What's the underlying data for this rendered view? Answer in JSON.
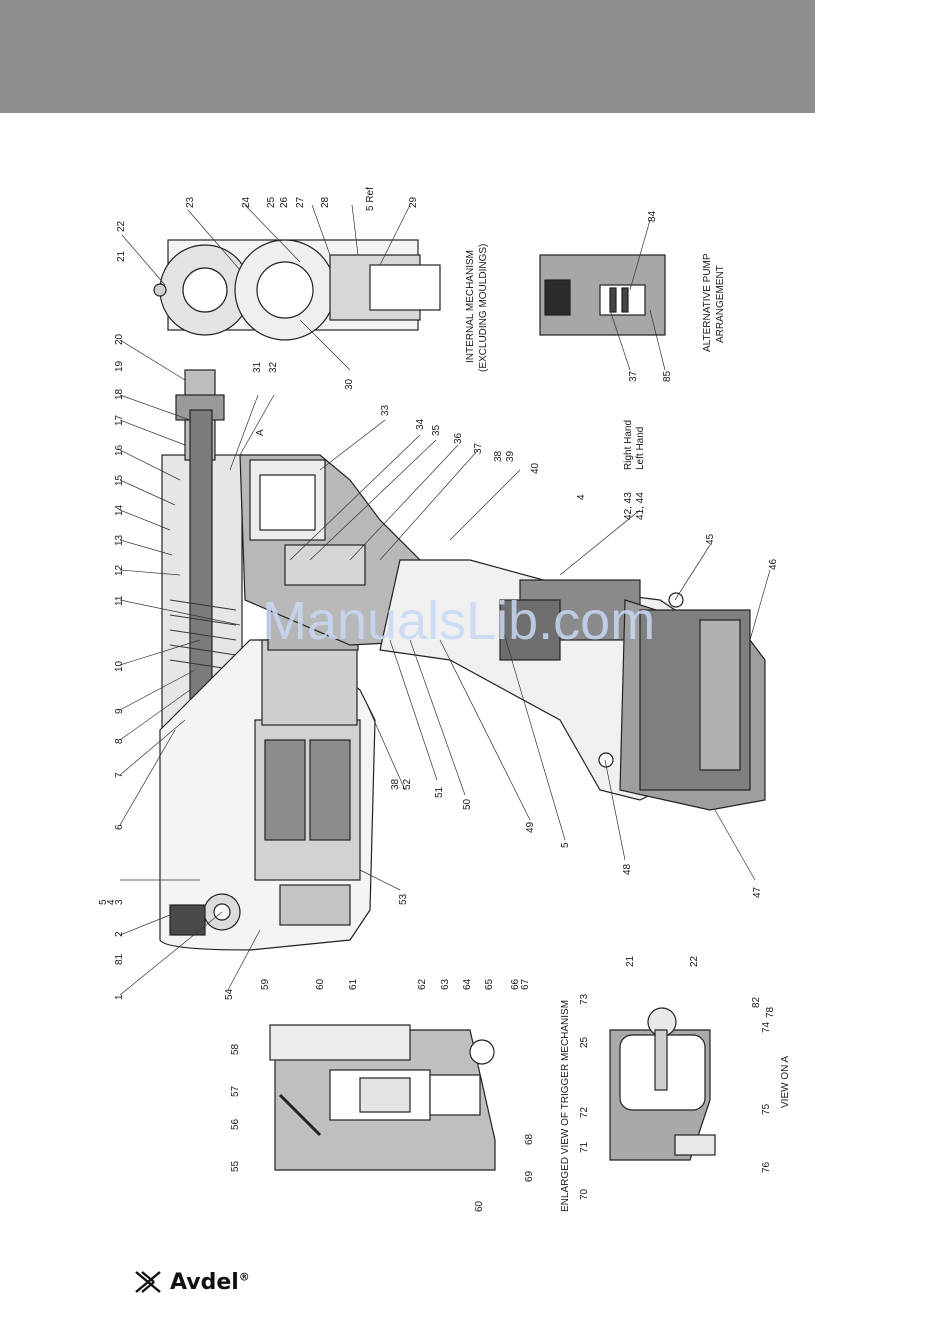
{
  "brand": {
    "name": "Avdel",
    "registered": "®"
  },
  "watermark": "ManualsLib.com",
  "captions": {
    "internal": [
      "INTERNAL MECHANISM",
      "(EXCLUDING MOULDINGS)"
    ],
    "pump": [
      "ALTERNATIVE PUMP",
      "ARRANGEMENT"
    ],
    "trigger": "ENLARGED VIEW OF TRIGGER MECHANISM",
    "view_on_a": "VIEW ON A",
    "arrow_a": "A",
    "hand_right": "Right Hand",
    "hand_left": "Left Hand",
    "ref": "5 Ref"
  },
  "callouts_main": [
    "1",
    "81",
    "2",
    "3",
    "4",
    "5",
    "6",
    "7",
    "8",
    "9",
    "10",
    "11",
    "12",
    "13",
    "14",
    "15",
    "16",
    "17",
    "18",
    "19",
    "20",
    "31",
    "32",
    "33",
    "34",
    "35",
    "36",
    "37",
    "38",
    "39",
    "40",
    "4",
    "42, 43",
    "41, 44",
    "45",
    "46",
    "47",
    "48",
    "5",
    "49",
    "50",
    "51",
    "38",
    "52",
    "53",
    "54"
  ],
  "callouts_top": [
    "21",
    "22",
    "23",
    "24",
    "25",
    "26",
    "27",
    "28",
    "29",
    "30"
  ],
  "callouts_pump": [
    "84",
    "37",
    "85"
  ],
  "callouts_trigger": [
    "55",
    "56",
    "57",
    "58",
    "59",
    "60",
    "61",
    "62",
    "63",
    "64",
    "65",
    "66",
    "67",
    "68",
    "69",
    "60"
  ],
  "callouts_view_a": [
    "21",
    "22",
    "73",
    "78",
    "82",
    "74",
    "75",
    "76",
    "25",
    "72",
    "71",
    "70"
  ]
}
